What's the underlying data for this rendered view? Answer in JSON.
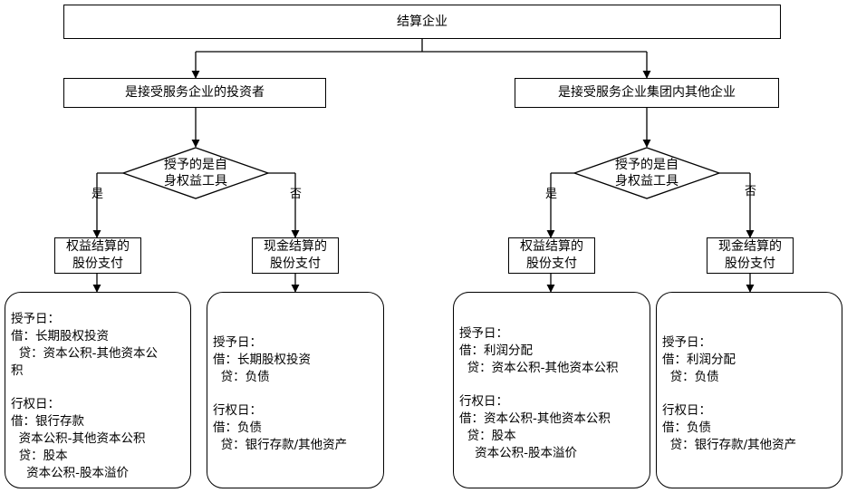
{
  "root": "结算企业",
  "left": {
    "header": "是接受服务企业的投资者",
    "decision": [
      "授予的是自",
      "身权益工具"
    ],
    "yes_label": "是",
    "no_label": "否",
    "equity_box": [
      "权益结算的",
      "股份支付"
    ],
    "cash_box": [
      "现金结算的",
      "股份支付"
    ],
    "equity_entries": {
      "grant": [
        "授予日：",
        "借：长期股权投资",
        "  贷：资本公积-其他资本公",
        "积"
      ],
      "exercise": [
        "行权日：",
        "借：银行存款",
        "  资本公积-其他资本公积",
        "  贷：股本",
        "    资本公积-股本溢价"
      ]
    },
    "cash_entries": {
      "grant": [
        "授予日：",
        "借：长期股权投资",
        "  贷：负债"
      ],
      "exercise": [
        "行权日：",
        "借：负债",
        "  贷：银行存款/其他资产"
      ]
    }
  },
  "right": {
    "header": "是接受服务企业集团内其他企业",
    "decision": [
      "授予的是自",
      "身权益工具"
    ],
    "yes_label": "是",
    "no_label": "否",
    "equity_box": [
      "权益结算的",
      "股份支付"
    ],
    "cash_box": [
      "现金结算的",
      "股份支付"
    ],
    "equity_entries": {
      "grant": [
        "授予日：",
        "借：利润分配",
        "  贷：资本公积-其他资本公积"
      ],
      "exercise": [
        "行权日：",
        "借：资本公积-其他资本公积",
        "  贷：股本",
        "    资本公积-股本溢价"
      ]
    },
    "cash_entries": {
      "grant": [
        "授予日：",
        "借：利润分配",
        "  贷：负债"
      ],
      "exercise": [
        "行权日：",
        "借：负债",
        "  贷：银行存款/其他资产"
      ]
    }
  }
}
